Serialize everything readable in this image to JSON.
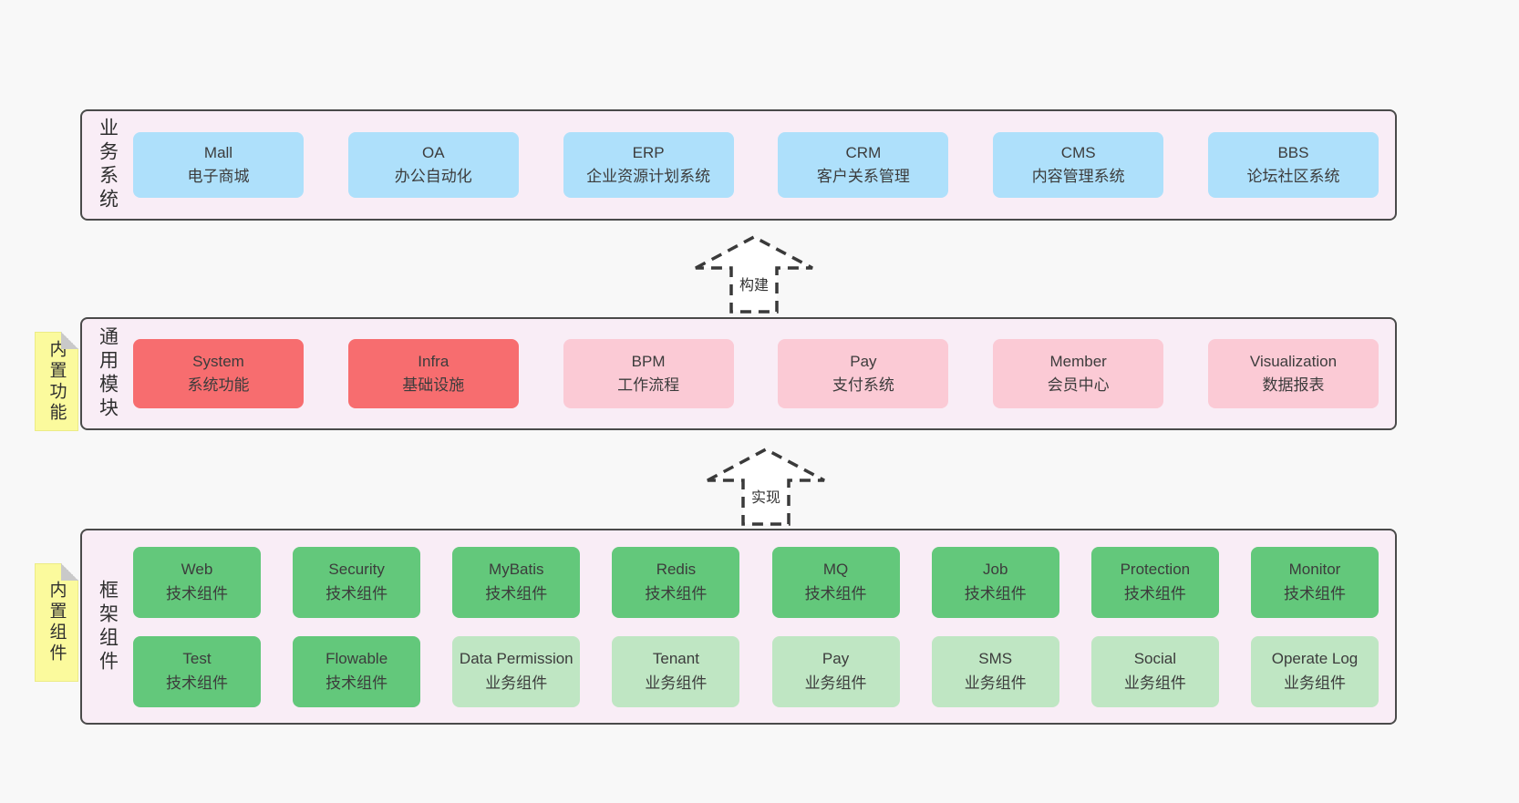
{
  "diagram": {
    "business": {
      "label": "业务系统",
      "boxes": [
        {
          "title": "Mall",
          "subtitle": "电子商城"
        },
        {
          "title": "OA",
          "subtitle": "办公自动化"
        },
        {
          "title": "ERP",
          "subtitle": "企业资源计划系统"
        },
        {
          "title": "CRM",
          "subtitle": "客户关系管理"
        },
        {
          "title": "CMS",
          "subtitle": "内容管理系统"
        },
        {
          "title": "BBS",
          "subtitle": "论坛社区系统"
        }
      ]
    },
    "modules": {
      "label": "通用模块",
      "sticky": "内置功能",
      "boxes": [
        {
          "title": "System",
          "subtitle": "系统功能"
        },
        {
          "title": "Infra",
          "subtitle": "基础设施"
        },
        {
          "title": "BPM",
          "subtitle": "工作流程"
        },
        {
          "title": "Pay",
          "subtitle": "支付系统"
        },
        {
          "title": "Member",
          "subtitle": "会员中心"
        },
        {
          "title": "Visualization",
          "subtitle": "数据报表"
        }
      ]
    },
    "components": {
      "label": "框架组件",
      "sticky": "内置组件",
      "row1": [
        {
          "title": "Web",
          "subtitle": "技术组件"
        },
        {
          "title": "Security",
          "subtitle": "技术组件"
        },
        {
          "title": "MyBatis",
          "subtitle": "技术组件"
        },
        {
          "title": "Redis",
          "subtitle": "技术组件"
        },
        {
          "title": "MQ",
          "subtitle": "技术组件"
        },
        {
          "title": "Job",
          "subtitle": "技术组件"
        },
        {
          "title": "Protection",
          "subtitle": "技术组件"
        },
        {
          "title": "Monitor",
          "subtitle": "技术组件"
        }
      ],
      "row2": [
        {
          "title": "Test",
          "subtitle": "技术组件"
        },
        {
          "title": "Flowable",
          "subtitle": "技术组件"
        },
        {
          "title": "Data Permission",
          "subtitle": "业务组件"
        },
        {
          "title": "Tenant",
          "subtitle": "业务组件"
        },
        {
          "title": "Pay",
          "subtitle": "业务组件"
        },
        {
          "title": "SMS",
          "subtitle": "业务组件"
        },
        {
          "title": "Social",
          "subtitle": "业务组件"
        },
        {
          "title": "Operate Log",
          "subtitle": "业务组件"
        }
      ]
    },
    "arrows": {
      "build": "构建",
      "implement": "实现"
    }
  },
  "colors": {
    "page_background": "#f8f8f8",
    "container_background": "#f9edf6",
    "container_border": "#4a4a4a",
    "blue_box": "#aee0fb",
    "red_box": "#f76d6f",
    "pink_box": "#fbcad5",
    "green_box": "#63c87b",
    "lightgreen_box": "#bfe6c3",
    "sticky_note": "#fbfa9d",
    "text": "#3c3c3c"
  }
}
